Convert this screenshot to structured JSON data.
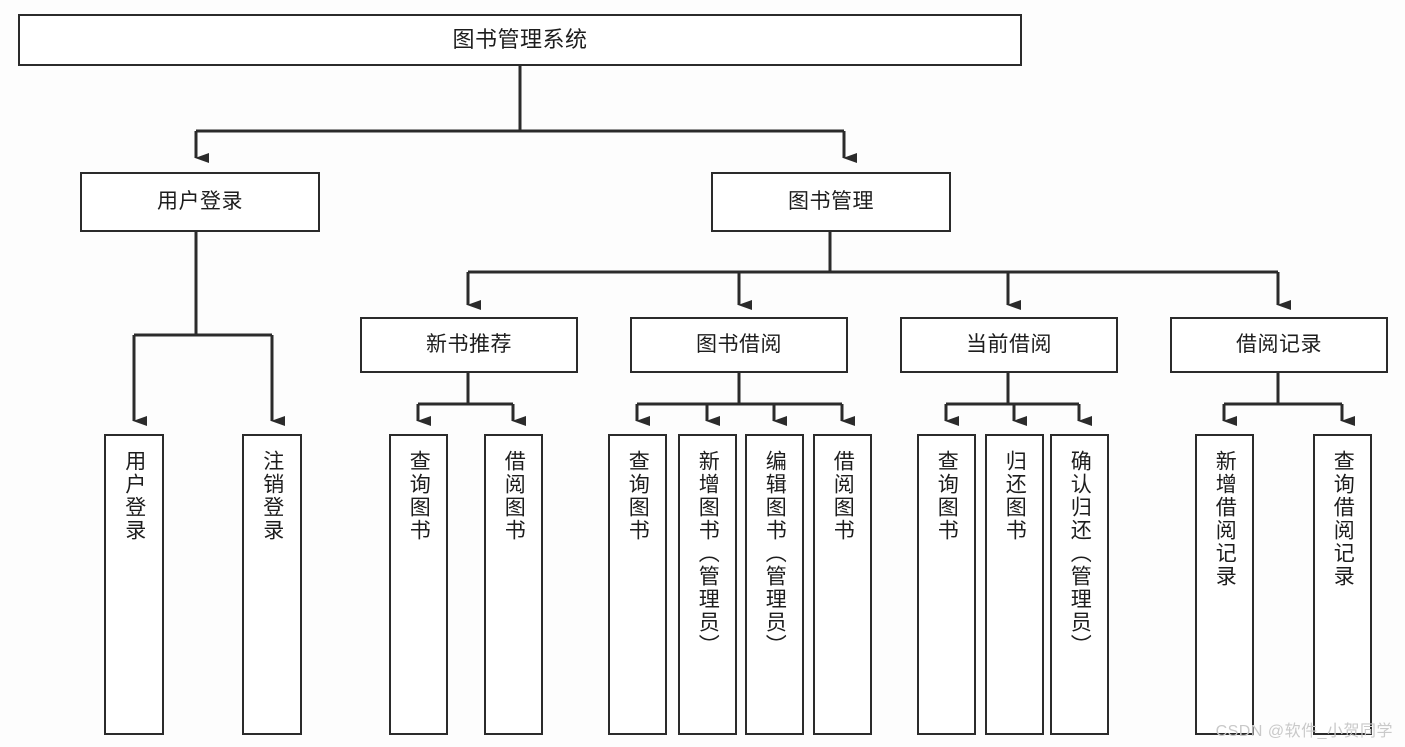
{
  "diagram": {
    "title": "图书管理系统",
    "type": "tree",
    "orientation": "top-down",
    "colors": {
      "background": "#fdfdfd",
      "node_fill": "#ffffff",
      "node_border": "#2b2b2b",
      "edge": "#2b2b2b",
      "text": "#1d1d1d",
      "watermark": "#c9c9c9"
    }
  },
  "nodes": {
    "root": {
      "label": "图书管理系统"
    },
    "level2": [
      {
        "id": "user-login",
        "label": "用户登录"
      },
      {
        "id": "book-management",
        "label": "图书管理"
      }
    ],
    "level3": [
      {
        "id": "new-book-recommend",
        "label": "新书推荐"
      },
      {
        "id": "book-borrow",
        "label": "图书借阅"
      },
      {
        "id": "current-borrow",
        "label": "当前借阅"
      },
      {
        "id": "borrow-record",
        "label": "借阅记录"
      }
    ],
    "leaves": {
      "user_login": [
        {
          "id": "leaf-user-login",
          "label": "用户登录"
        },
        {
          "id": "leaf-logout-login",
          "label": "注销登录"
        }
      ],
      "new_book_recommend": [
        {
          "id": "leaf-query-book-1",
          "label": "查询图书"
        },
        {
          "id": "leaf-borrow-book-1",
          "label": "借阅图书"
        }
      ],
      "book_borrow": [
        {
          "id": "leaf-query-book-2",
          "label": "查询图书"
        },
        {
          "id": "leaf-add-book",
          "label": "新增图书（管理员）"
        },
        {
          "id": "leaf-edit-book",
          "label": "编辑图书（管理员）"
        },
        {
          "id": "leaf-borrow-book-2",
          "label": "借阅图书"
        }
      ],
      "current_borrow": [
        {
          "id": "leaf-query-book-3",
          "label": "查询图书"
        },
        {
          "id": "leaf-return-book",
          "label": "归还图书"
        },
        {
          "id": "leaf-confirm-return",
          "label": "确认归还（管理员）"
        }
      ],
      "borrow_record": [
        {
          "id": "leaf-add-record",
          "label": "新增借阅记录"
        },
        {
          "id": "leaf-query-record",
          "label": "查询借阅记录"
        }
      ]
    }
  },
  "watermark": {
    "text": "CSDN @软件_小贺同学"
  }
}
